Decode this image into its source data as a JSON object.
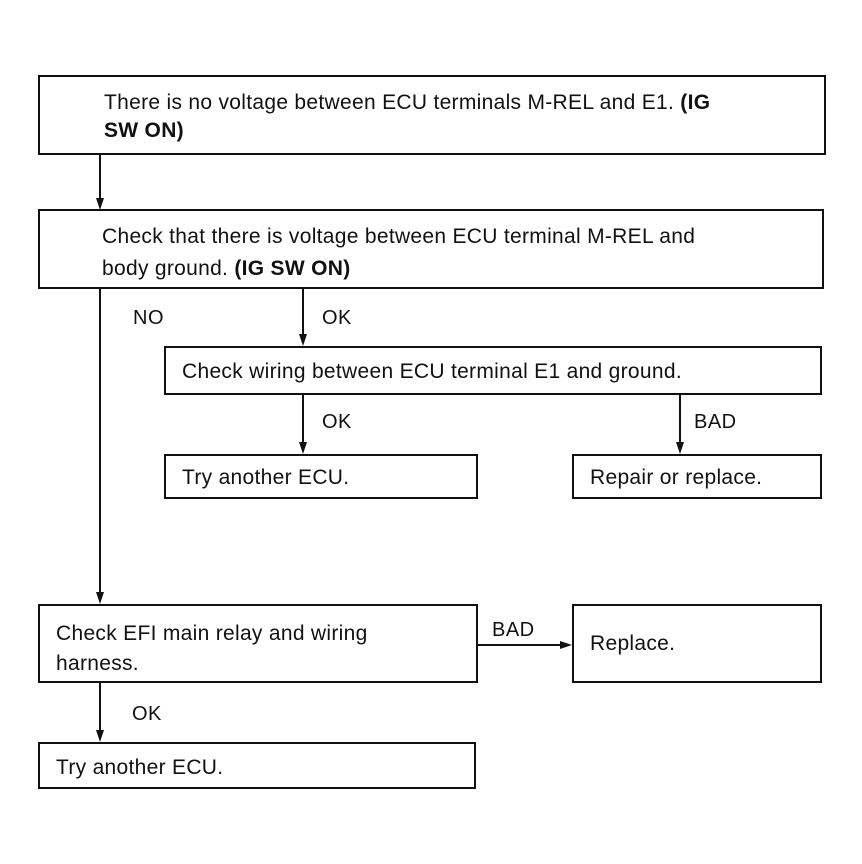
{
  "step1": {
    "line1": "There is no voltage between ECU terminals M-REL and E1.",
    "line1_bold": "(IG",
    "line2_bold": "SW ON)"
  },
  "step2": {
    "line1": "Check that there is voltage between ECU terminal M-REL and",
    "line2": "body ground.",
    "line2_bold": "(IG SW ON)"
  },
  "step3": {
    "text": "Check wiring between ECU terminal E1 and ground."
  },
  "step4a": {
    "text": "Try another ECU."
  },
  "step4b": {
    "text": "Repair or replace."
  },
  "step5": {
    "line1": "Check EFI main relay and wiring",
    "line2": "harness."
  },
  "step6": {
    "text": "Replace."
  },
  "step7": {
    "text": "Try another ECU."
  },
  "labels": {
    "no": "NO",
    "ok1": "OK",
    "ok2": "OK",
    "bad1": "BAD",
    "bad2": "BAD",
    "ok3": "OK"
  }
}
